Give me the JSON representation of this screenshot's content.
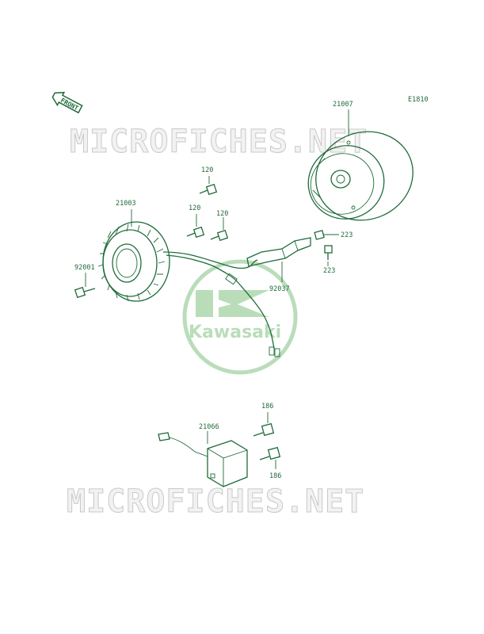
{
  "diagram": {
    "code": "E1810",
    "front_label": "FRONT",
    "watermark_text": "MICROFICHES.NET",
    "logo_text": "Kawasaki",
    "callouts": {
      "flywheel": "21007",
      "stator": "21003",
      "bolt_stator_1": "120",
      "bolt_stator_2": "120",
      "bolt_stator_3": "120",
      "bolt_left": "92001",
      "clamp": "92037",
      "bolt_clamp_top": "223",
      "bolt_clamp_bottom": "223",
      "regulator": "21066",
      "bolt_reg_top": "186",
      "bolt_reg_bottom": "186"
    },
    "colors": {
      "line": "#1f6b3a",
      "watermark": "#c9c9c9",
      "logo": "#b9ddb9"
    }
  }
}
